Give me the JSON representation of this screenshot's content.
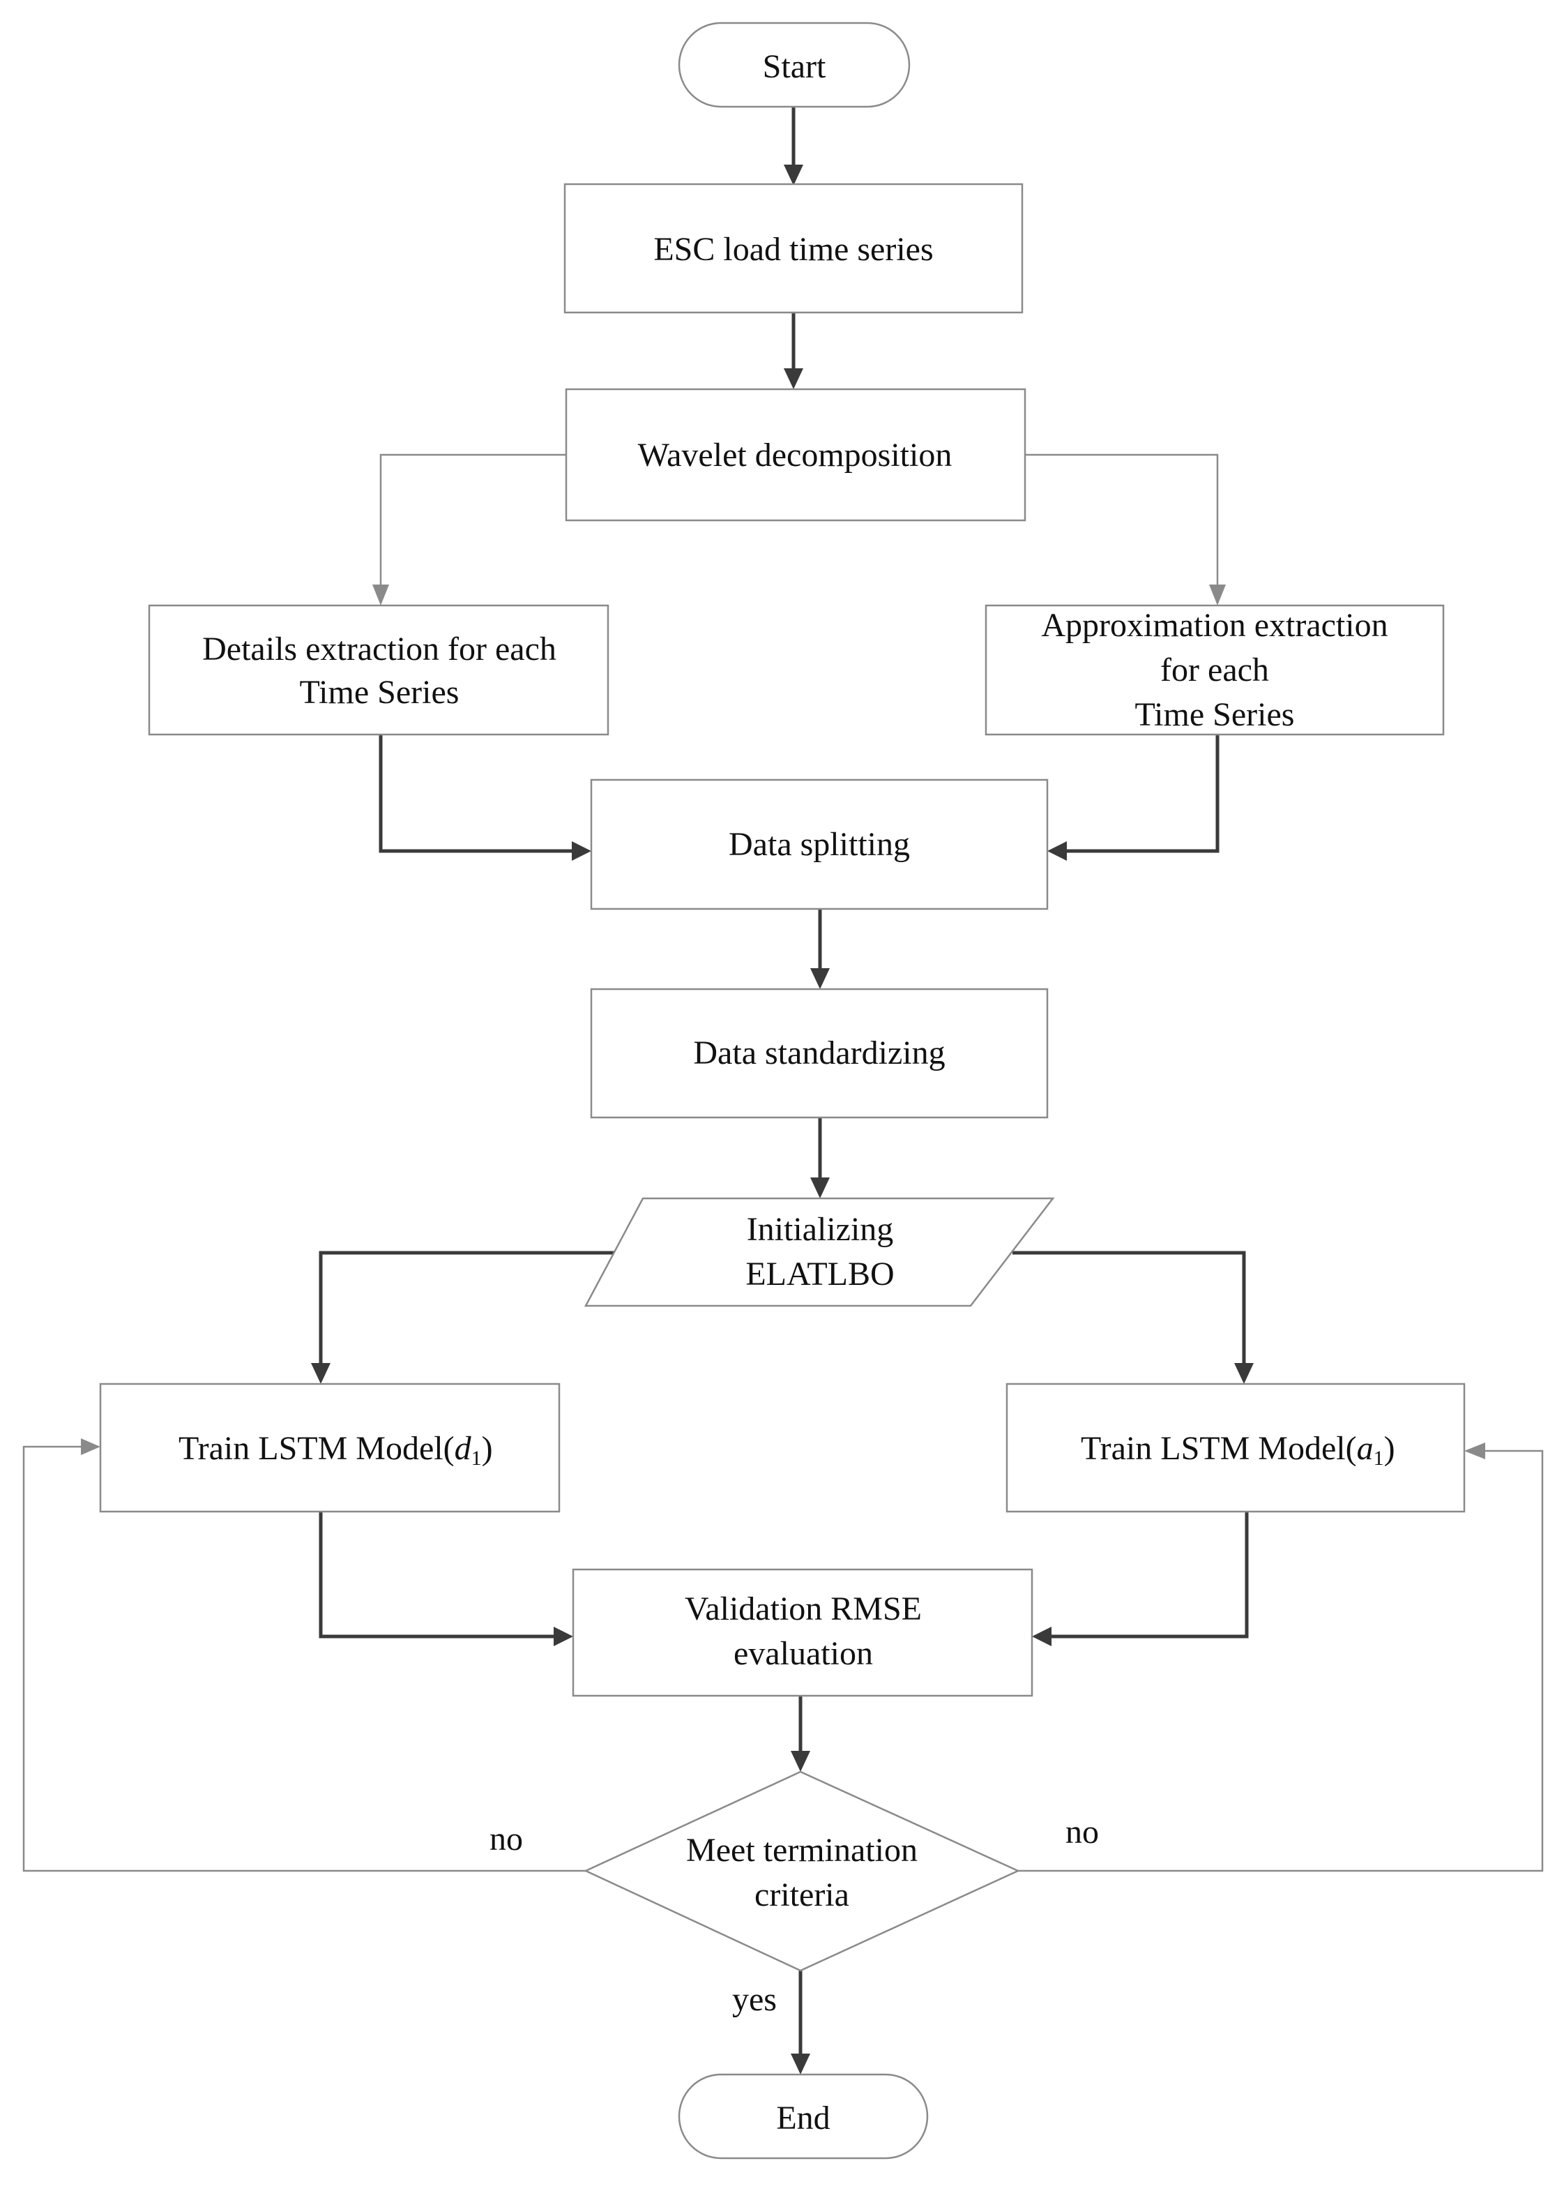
{
  "nodes": {
    "start": "Start",
    "load_series": "ESC load time series",
    "wavelet": "Wavelet decomposition",
    "details": [
      "Details extraction for each",
      "Time Series"
    ],
    "approximation": [
      "Approximation extraction",
      "for each",
      "Time Series"
    ],
    "splitting": "Data splitting",
    "standardizing": "Data standardizing",
    "initializing": [
      "Initializing",
      "ELATLBO"
    ],
    "train_d": {
      "label": "Train LSTM Model",
      "symbol": "d",
      "subscript": "1"
    },
    "train_a": {
      "label": "Train LSTM Model",
      "symbol": "a",
      "subscript": "1"
    },
    "validation": [
      "Validation RMSE",
      "evaluation"
    ],
    "decision": [
      "Meet termination",
      "criteria"
    ],
    "end": "End"
  },
  "edges": {
    "no_left": "no",
    "no_right": "no",
    "yes": "yes"
  }
}
